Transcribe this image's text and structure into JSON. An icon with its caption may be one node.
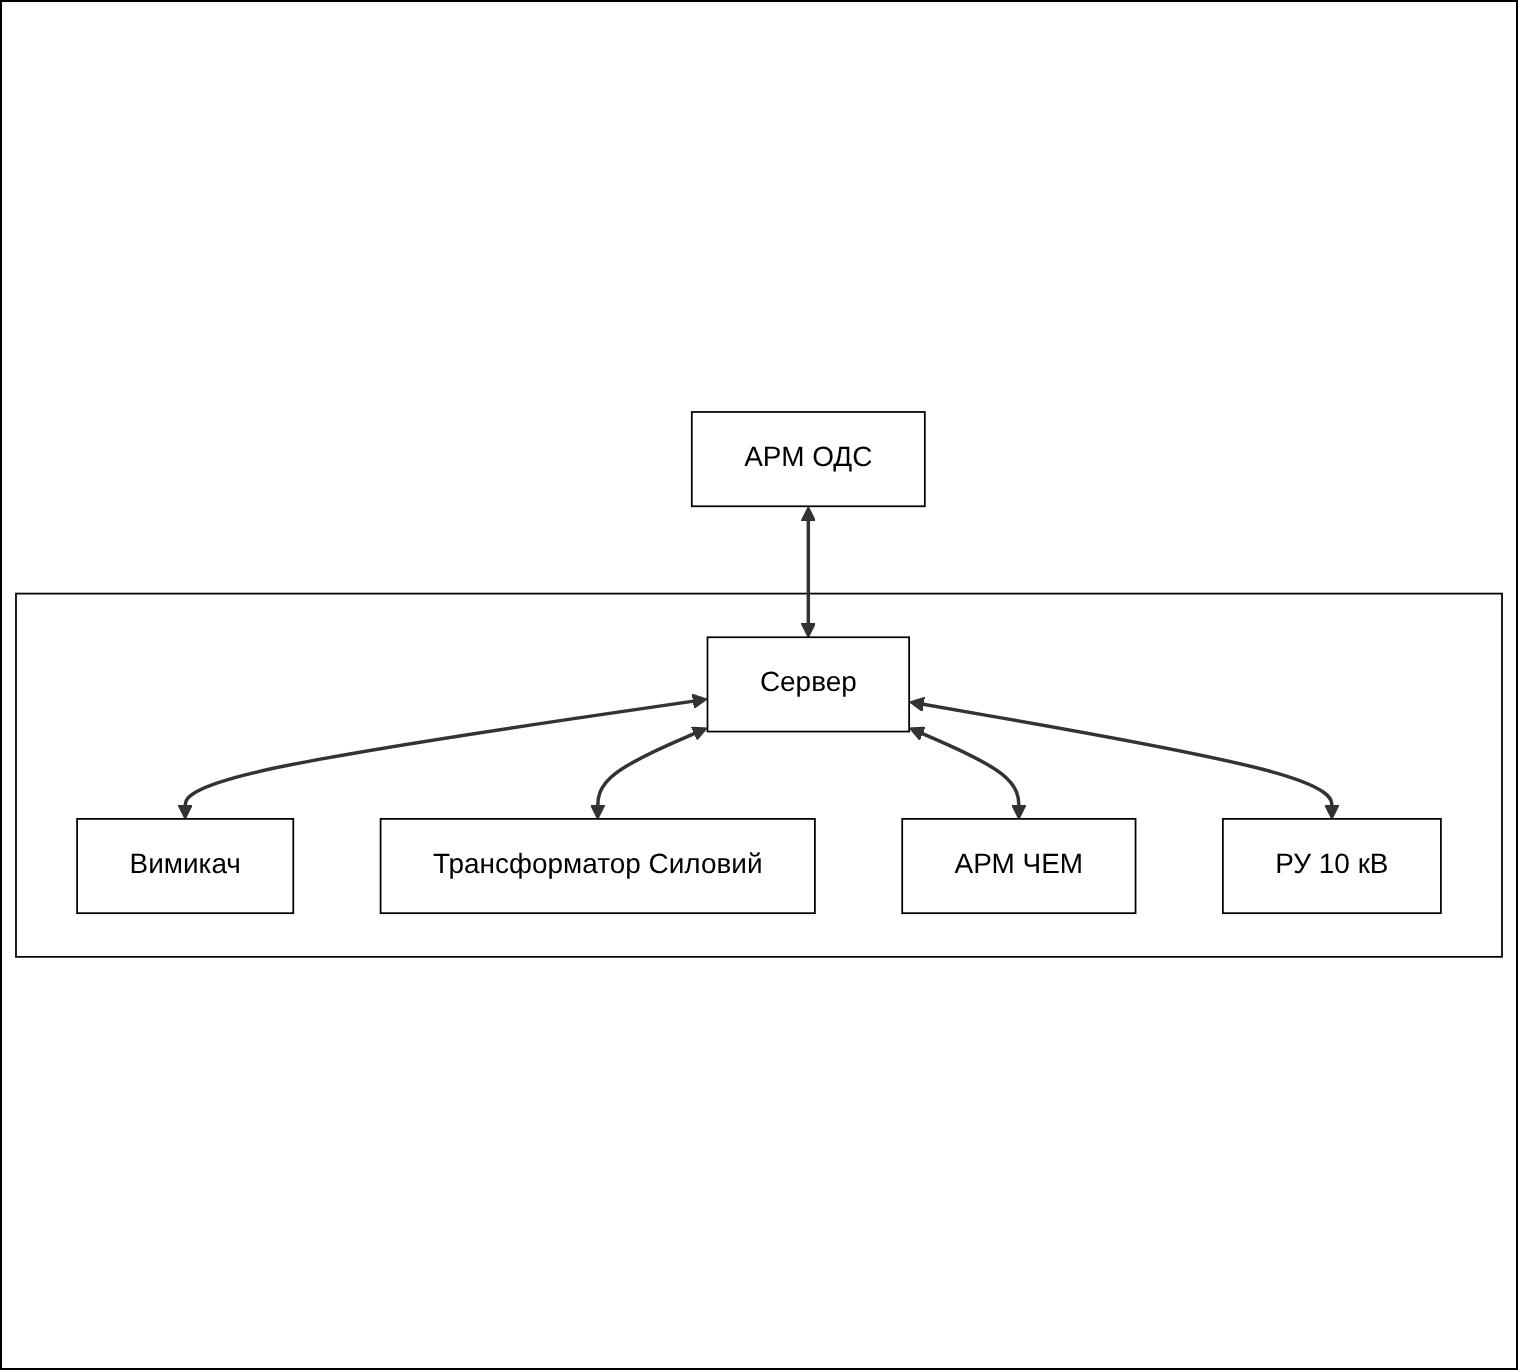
{
  "diagram": {
    "nodes": [
      {
        "text": [
          "АРМ ОДС"
        ]
      },
      {
        "text": [],
        "shape": "box"
      },
      {
        "text": [
          "Вимикач"
        ],
        "in": 1
      },
      {
        "text": [
          "Сервер"
        ],
        "in": 1
      },
      {
        "text": [
          "Трансформатор Силовий"
        ],
        "in": 1
      },
      {
        "text": [
          "АРМ ЧЕМ"
        ],
        "in": 1
      },
      {
        "text": [
          "РУ 10 кВ"
        ],
        "in": 1
      }
    ],
    "edges": [
      {
        "from": 0,
        "to": 3,
        "arrow": "both"
      },
      {
        "from": 3,
        "to": 2,
        "arrow": "both"
      },
      {
        "from": 3,
        "to": 4,
        "arrow": "both"
      },
      {
        "from": 3,
        "to": 5,
        "arrow": "both"
      },
      {
        "from": 3,
        "to": 6,
        "arrow": "both"
      }
    ]
  }
}
